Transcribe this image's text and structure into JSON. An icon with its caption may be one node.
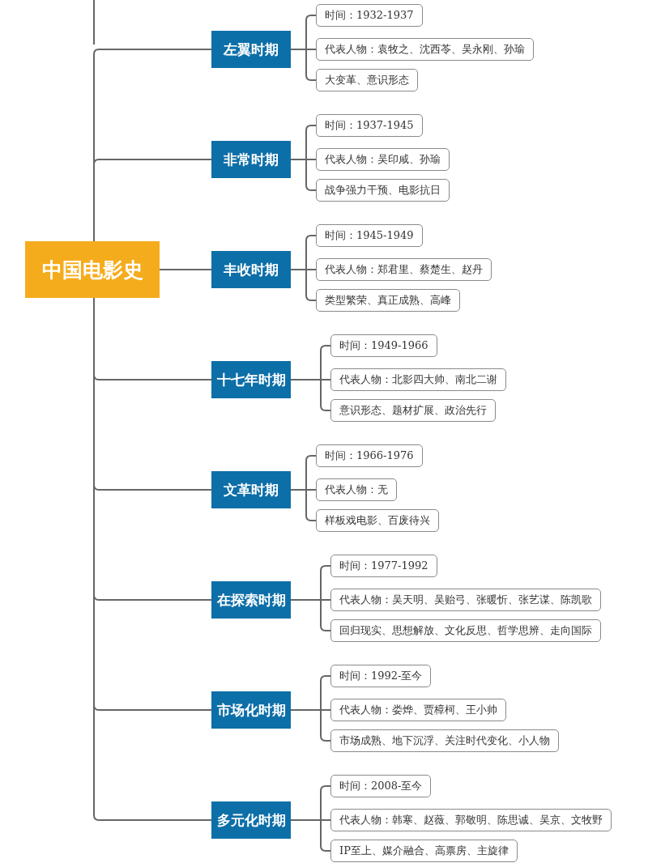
{
  "diagram": {
    "nodes": [
      {
        "text": [
          "中国电影史"
        ]
      },
      {
        "text": [
          "左翼时期"
        ]
      },
      {
        "text": [
          "时间：1932-1937"
        ]
      },
      {
        "text": [
          "代表人物：袁牧之、沈西苓、吴永刚、孙瑜"
        ]
      },
      {
        "text": [
          "大变革、意识形态"
        ]
      },
      {
        "text": [
          "非常时期"
        ]
      },
      {
        "text": [
          "时间：1937-1945"
        ]
      },
      {
        "text": [
          "代表人物：吴印咸、孙瑜"
        ]
      },
      {
        "text": [
          "战争强力干预、电影抗日"
        ]
      },
      {
        "text": [
          "丰收时期"
        ]
      },
      {
        "text": [
          "时间：1945-1949"
        ]
      },
      {
        "text": [
          "代表人物：郑君里、蔡楚生、赵丹"
        ]
      },
      {
        "text": [
          "类型繁荣、真正成熟、高峰"
        ]
      },
      {
        "text": [
          "十七年时期"
        ]
      },
      {
        "text": [
          "时间：1949-1966"
        ]
      },
      {
        "text": [
          "代表人物：北影四大帅、南北二谢"
        ]
      },
      {
        "text": [
          "意识形态、题材扩展、政治先行"
        ]
      },
      {
        "text": [
          "文革时期"
        ]
      },
      {
        "text": [
          "时间：1966-1976"
        ]
      },
      {
        "text": [
          "代表人物：无"
        ]
      },
      {
        "text": [
          "样板戏电影、百废待兴"
        ]
      },
      {
        "text": [
          "在探索时期"
        ]
      },
      {
        "text": [
          "时间：1977-1992"
        ]
      },
      {
        "text": [
          "代表人物：吴天明、吴贻弓、张暖忻、张艺谋、陈凯歌"
        ]
      },
      {
        "text": [
          "回归现实、思想解放、文化反思、哲学思辨、走向国际"
        ]
      },
      {
        "text": [
          "市场化时期"
        ]
      },
      {
        "text": [
          "时间：1992-至今"
        ]
      },
      {
        "text": [
          "代表人物：娄烨、贾樟柯、王小帅"
        ]
      },
      {
        "text": [
          "市场成熟、地下沉浮、关注时代变化、小人物"
        ]
      },
      {
        "text": [
          "多元化时期"
        ]
      },
      {
        "text": [
          "时间：2008-至今"
        ]
      },
      {
        "text": [
          "代表人物：韩寒、赵薇、郭敬明、陈思诚、吴京、文牧野"
        ]
      },
      {
        "text": [
          "IP至上、媒介融合、高票房、主旋律"
        ]
      }
    ],
    "edges": [
      {
        "from": 0,
        "to": 1,
        "arrow": "none"
      },
      {
        "from": 1,
        "to": 2,
        "arrow": "none"
      },
      {
        "from": 1,
        "to": 3,
        "arrow": "none"
      },
      {
        "from": 1,
        "to": 4,
        "arrow": "none"
      },
      {
        "from": 0,
        "to": 5,
        "arrow": "none"
      },
      {
        "from": 5,
        "to": 6,
        "arrow": "none"
      },
      {
        "from": 5,
        "to": 7,
        "arrow": "none"
      },
      {
        "from": 5,
        "to": 8,
        "arrow": "none"
      },
      {
        "from": 0,
        "to": 9,
        "arrow": "none"
      },
      {
        "from": 9,
        "to": 10,
        "arrow": "none"
      },
      {
        "from": 9,
        "to": 11,
        "arrow": "none"
      },
      {
        "from": 9,
        "to": 12,
        "arrow": "none"
      },
      {
        "from": 0,
        "to": 13,
        "arrow": "none"
      },
      {
        "from": 13,
        "to": 14,
        "arrow": "none"
      },
      {
        "from": 13,
        "to": 15,
        "arrow": "none"
      },
      {
        "from": 13,
        "to": 16,
        "arrow": "none"
      },
      {
        "from": 0,
        "to": 17,
        "arrow": "none"
      },
      {
        "from": 17,
        "to": 18,
        "arrow": "none"
      },
      {
        "from": 17,
        "to": 19,
        "arrow": "none"
      },
      {
        "from": 17,
        "to": 20,
        "arrow": "none"
      },
      {
        "from": 0,
        "to": 21,
        "arrow": "none"
      },
      {
        "from": 21,
        "to": 22,
        "arrow": "none"
      },
      {
        "from": 21,
        "to": 23,
        "arrow": "none"
      },
      {
        "from": 21,
        "to": 24,
        "arrow": "none"
      },
      {
        "from": 0,
        "to": 25,
        "arrow": "none"
      },
      {
        "from": 25,
        "to": 26,
        "arrow": "none"
      },
      {
        "from": 25,
        "to": 27,
        "arrow": "none"
      },
      {
        "from": 25,
        "to": 28,
        "arrow": "none"
      },
      {
        "from": 0,
        "to": 29,
        "arrow": "none"
      },
      {
        "from": 29,
        "to": 30,
        "arrow": "none"
      },
      {
        "from": 29,
        "to": 31,
        "arrow": "none"
      },
      {
        "from": 29,
        "to": 32,
        "arrow": "none"
      }
    ]
  }
}
